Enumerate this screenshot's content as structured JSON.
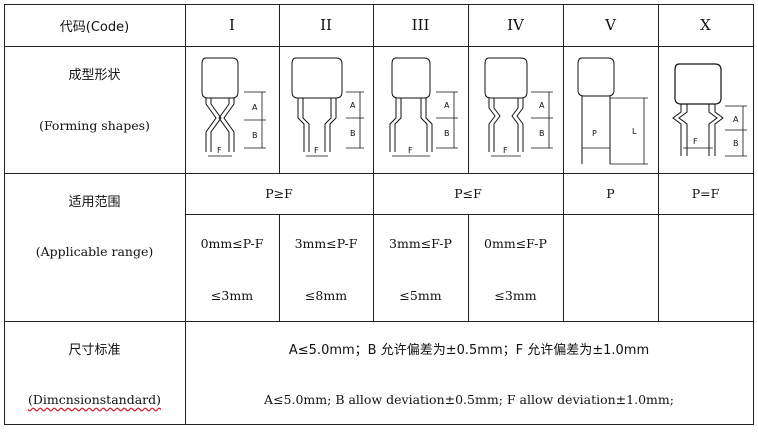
{
  "header": {
    "code_label": "代码(Code)",
    "codes": [
      "I",
      "II",
      "III",
      "IV",
      "V",
      "X"
    ]
  },
  "forming": {
    "label_cn": "成型形状",
    "label_en": "(Forming shapes)",
    "dim_labels": {
      "a": "A",
      "b": "B",
      "f": "F",
      "p": "P",
      "l": "L"
    }
  },
  "applicable": {
    "label_cn": "适用范围",
    "label_en": "(Applicable range)",
    "groups": [
      "P≥F",
      "P≤F",
      "P",
      "P=F"
    ],
    "ranges": [
      {
        "line1": "0mm≤P-F",
        "line2": "≤3mm"
      },
      {
        "line1": "3mm≤P-F",
        "line2": "≤8mm"
      },
      {
        "line1": "3mm≤F-P",
        "line2": "≤5mm"
      },
      {
        "line1": "0mm≤F-P",
        "line2": "≤3mm"
      }
    ]
  },
  "dimension": {
    "label_cn": "尺寸标准",
    "label_en": "(Dimcnsionstandard)",
    "text_cn": "A≤5.0mm；B 允许偏差为±0.5mm；F 允许偏差为±1.0mm",
    "text_en": "A≤5.0mm;  B   allow deviation±0.5mm;   F   allow deviation±1.0mm;"
  }
}
